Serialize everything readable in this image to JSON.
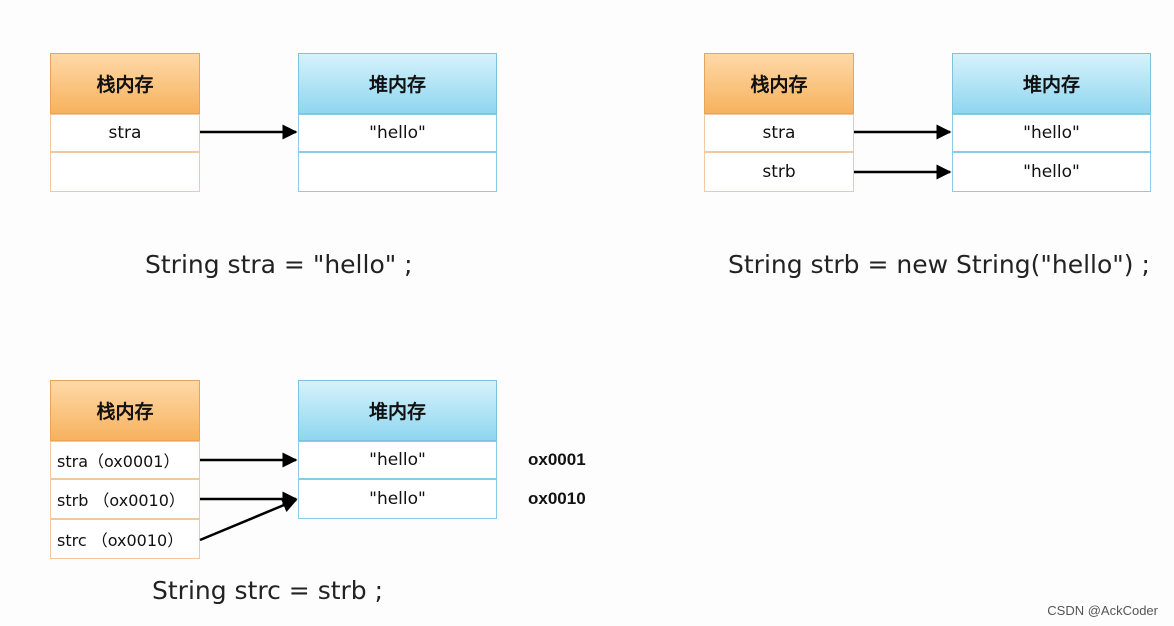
{
  "diagram1": {
    "stack_header": "栈内存",
    "heap_header": "堆内存",
    "stack_rows": [
      "stra",
      ""
    ],
    "heap_rows": [
      "\"hello\"",
      ""
    ],
    "caption": "String stra = \"hello\" ;"
  },
  "diagram2": {
    "stack_header": "栈内存",
    "heap_header": "堆内存",
    "stack_rows": [
      "stra",
      "strb"
    ],
    "heap_rows": [
      "\"hello\"",
      "\"hello\""
    ],
    "caption": "String strb = new String(\"hello\") ;"
  },
  "diagram3": {
    "stack_header": "栈内存",
    "heap_header": "堆内存",
    "stack_rows": [
      "stra（ox0001）",
      "strb （ox0010）",
      "strc （ox0010）"
    ],
    "heap_rows": [
      "\"hello\"",
      "\"hello\""
    ],
    "addresses": [
      "ox0001",
      "ox0010"
    ],
    "caption": "String strc = strb ;"
  },
  "watermark": "CSDN @AckCoder",
  "colors": {
    "stack_header": "#f6b25e",
    "heap_header": "#8fd6f0",
    "arrow": "#000000"
  }
}
